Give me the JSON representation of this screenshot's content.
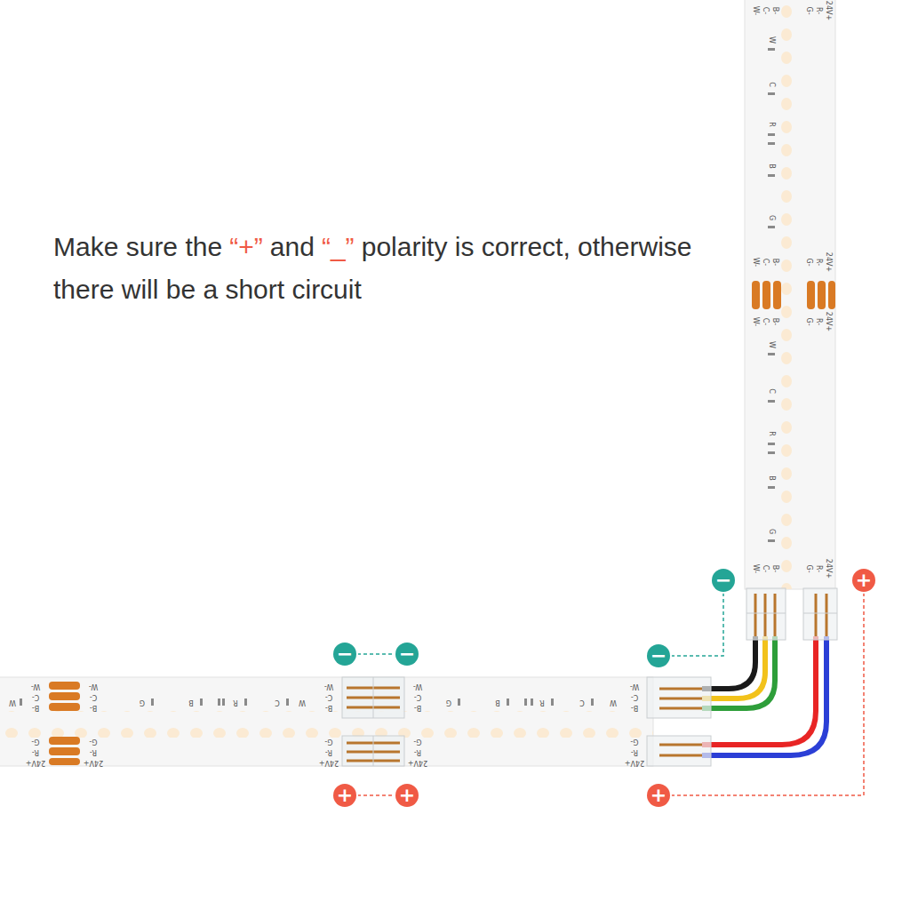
{
  "diagram": {
    "nodes": [
      {
        "text": [
          "−"
        ]
      },
      {
        "text": [
          "+"
        ]
      },
      {
        "text": [
          "−"
        ]
      },
      {
        "text": [
          "−"
        ]
      },
      {
        "text": [
          "−"
        ]
      },
      {
        "text": [
          "+"
        ]
      },
      {
        "text": [
          "+"
        ]
      },
      {
        "text": [
          "+"
        ]
      }
    ],
    "edges": [
      {
        "from": 2,
        "to": 3,
        "arrow": "none"
      },
      {
        "from": 4,
        "to": 0,
        "arrow": "none"
      },
      {
        "from": 5,
        "to": 6,
        "arrow": "none"
      },
      {
        "from": 7,
        "to": 1,
        "arrow": "none"
      }
    ],
    "labels": [
      "Make sure the",
      "“+”",
      "and",
      "“_”",
      "polarity is correct, otherwise there will be a short circuit",
      "W-",
      "C-",
      "B-",
      "G-",
      "R-",
      "24V+",
      "W-",
      "C-",
      "B-",
      "G-",
      "R-",
      "24V+",
      "W-",
      "C-",
      "B-",
      "G-",
      "R-",
      "24V+",
      "W-",
      "C-",
      "B-",
      "G-",
      "R-",
      "24V+",
      "W",
      "C",
      "R",
      "B",
      "G",
      "W",
      "C",
      "R",
      "B",
      "G",
      "W-",
      "C-",
      "B-",
      "G-",
      "R-",
      "24V+",
      "W-",
      "C-",
      "B-",
      "G-",
      "R-",
      "24V+",
      "W-",
      "C-",
      "B-",
      "G-",
      "R-",
      "24V+",
      "W-",
      "C-",
      "B-",
      "G-",
      "R-",
      "24V+",
      "W-",
      "C-",
      "B-",
      "G-",
      "R-",
      "24V+",
      "W",
      "G",
      "B",
      "R",
      "C",
      "W",
      "G",
      "B",
      "R",
      "C",
      "W"
    ]
  }
}
